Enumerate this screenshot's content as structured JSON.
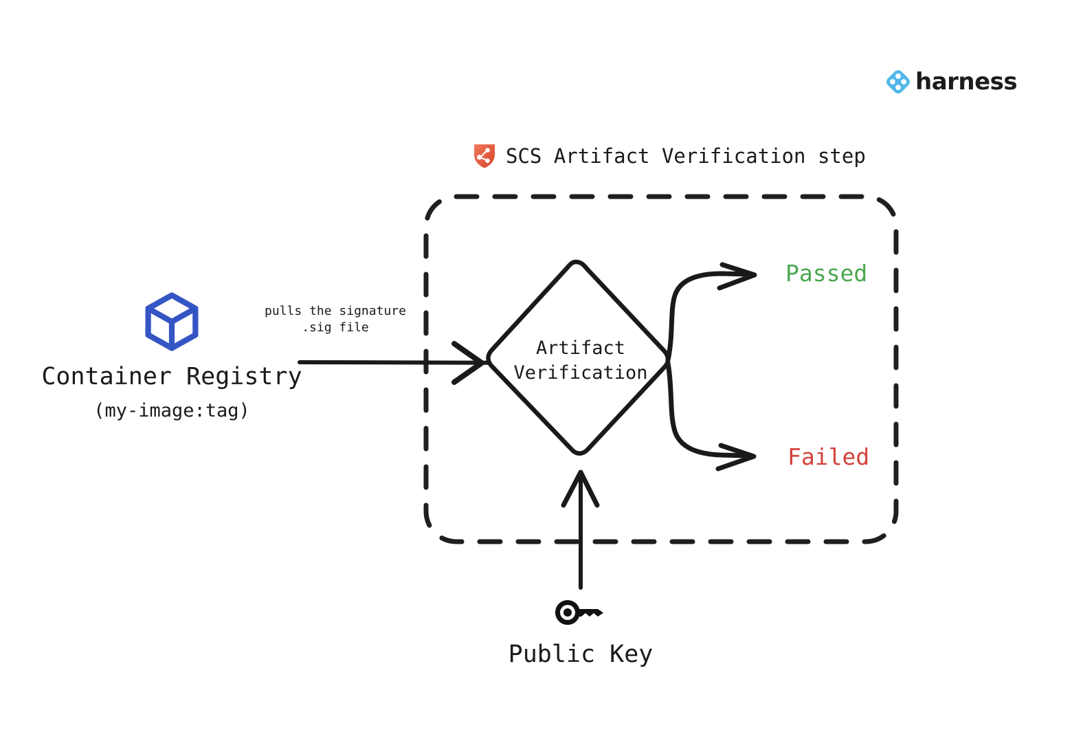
{
  "brand": {
    "name": "harness",
    "logo_icon": "harness-diamond-icon",
    "logo_color": "#52b7e8"
  },
  "title": {
    "icon": "scs-shield-icon",
    "icon_color": "#e2593f",
    "text": "SCS Artifact Verification step"
  },
  "nodes": {
    "registry": {
      "icon": "container-cube-icon",
      "icon_color": "#3455c4",
      "name": "Container Registry",
      "tag": "(my-image:tag)"
    },
    "decision": {
      "line1": "Artifact",
      "line2": "Verification"
    },
    "public_key": {
      "icon": "key-icon",
      "icon_color": "#111111",
      "label": "Public Key"
    }
  },
  "edges": {
    "pull_annotation_line1": "pulls the signature",
    "pull_annotation_line2": ".sig file"
  },
  "outcomes": [
    {
      "label": "Passed",
      "color": "#4aa84f"
    },
    {
      "label": "Failed",
      "color": "#d4413c"
    }
  ],
  "colors": {
    "stroke": "#1a1a1a",
    "background": "#ffffff"
  }
}
